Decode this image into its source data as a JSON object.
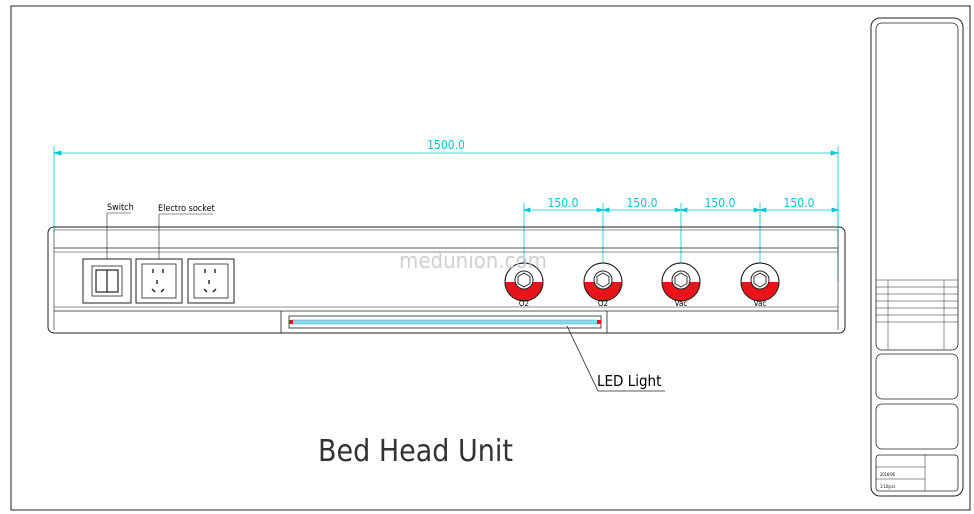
{
  "drawing": {
    "title": "Bed Head Unit",
    "watermark": "medunion.com",
    "led_label": "LED Light",
    "switch_label": "Switch",
    "socket_label": "Electro socket",
    "overall_dimension": "1500.0",
    "spacing_dimensions": [
      "150.0",
      "150.0",
      "150.0",
      "150.0"
    ],
    "gas_outlets": [
      {
        "label": "O2"
      },
      {
        "label": "O2"
      },
      {
        "label": "Vac"
      },
      {
        "label": "Vac"
      }
    ]
  },
  "title_block": {
    "drawing_no": "2016/06",
    "scale": "1:10/pcs"
  },
  "colors": {
    "dimension": "#00c8d8",
    "outlet_fill": "#e8141c",
    "led_tube": "#8fd8e8",
    "led_end": "#e8141c",
    "line": "#222222"
  }
}
